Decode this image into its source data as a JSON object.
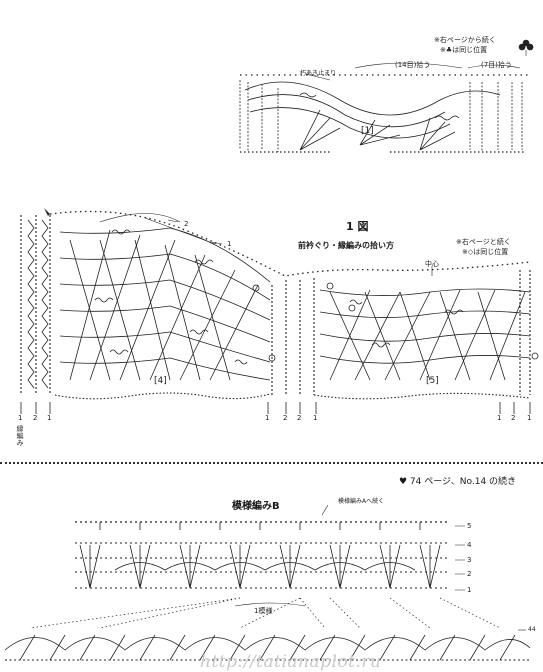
{
  "top_section": {
    "note_line1": "※右ページから続く",
    "note_line2": "※♣は同じ位置",
    "pickup_14": "(14目)拾う",
    "pickup_7": "(7目)拾う",
    "stitch_start": "朽あき止まり",
    "panel_label": "[1]"
  },
  "middle_section": {
    "title": "1 図",
    "subtitle": "前衿ぐり・縁編みの拾い方",
    "note_line1": "※右ページと続く",
    "note_line2": "※◇は同じ位置",
    "center_label": "中心",
    "panel_left": "[4]",
    "panel_right": "[5]",
    "row_marker_1": "1",
    "row_marker_2": "2",
    "edge_label": "縁編み",
    "bottom_numbers_left": [
      "1",
      "2",
      "1"
    ],
    "bottom_numbers_mid": [
      "1",
      "2",
      "2",
      "1"
    ],
    "bottom_numbers_right": [
      "1",
      "2",
      "1"
    ]
  },
  "reference": {
    "text": "♥ 74 ページ、No.14 の続き"
  },
  "bottom_section": {
    "title": "模様編みB",
    "continue_note": "模様編みAへ続く",
    "row_labels": [
      "5",
      "4",
      "3",
      "2",
      "1"
    ],
    "repeat_label": "1模様",
    "side_count": "44"
  },
  "watermark": "http://tatianaplot.ru"
}
